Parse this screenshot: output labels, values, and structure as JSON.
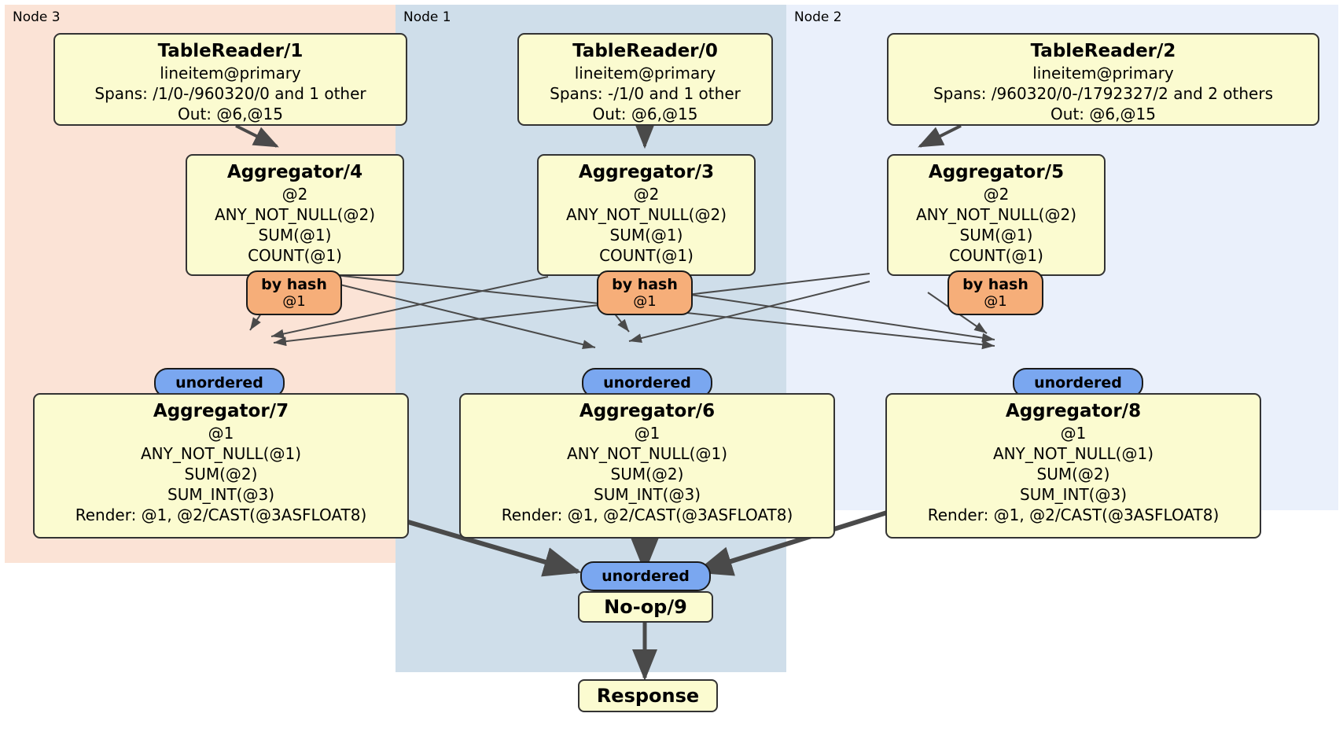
{
  "diagram": {
    "type": "distributed-query-plan",
    "panels": [
      {
        "id": "node3",
        "label": "Node 3",
        "color": "#fbe3d6"
      },
      {
        "id": "node1",
        "label": "Node 1",
        "color": "#cfdeea"
      },
      {
        "id": "node2",
        "label": "Node 2",
        "color": "#eaf0fb"
      }
    ],
    "colors": {
      "box_fill": "#fbfbd0",
      "box_stroke": "#333333",
      "hash_pill": "#f6ae79",
      "unordered_pill": "#7aa7f0",
      "edge": "#4a4a4a"
    },
    "nodes": {
      "table_reader_1": {
        "title": "TableReader/1",
        "lines": [
          "lineitem@primary",
          "Spans: /1/0-/960320/0 and 1 other",
          "Out: @6,@15"
        ]
      },
      "table_reader_0": {
        "title": "TableReader/0",
        "lines": [
          "lineitem@primary",
          "Spans: -/1/0 and 1 other",
          "Out: @6,@15"
        ]
      },
      "table_reader_2": {
        "title": "TableReader/2",
        "lines": [
          "lineitem@primary",
          "Spans: /960320/0-/1792327/2 and 2 others",
          "Out: @6,@15"
        ]
      },
      "aggregator_4": {
        "title": "Aggregator/4",
        "lines": [
          "@2",
          "ANY_NOT_NULL(@2)",
          "SUM(@1)",
          "COUNT(@1)"
        ]
      },
      "aggregator_3": {
        "title": "Aggregator/3",
        "lines": [
          "@2",
          "ANY_NOT_NULL(@2)",
          "SUM(@1)",
          "COUNT(@1)"
        ]
      },
      "aggregator_5": {
        "title": "Aggregator/5",
        "lines": [
          "@2",
          "ANY_NOT_NULL(@2)",
          "SUM(@1)",
          "COUNT(@1)"
        ]
      },
      "aggregator_7": {
        "title": "Aggregator/7",
        "lines": [
          "@1",
          "ANY_NOT_NULL(@1)",
          "SUM(@2)",
          "SUM_INT(@3)",
          "Render: @1, @2/CAST(@3ASFLOAT8)"
        ]
      },
      "aggregator_6": {
        "title": "Aggregator/6",
        "lines": [
          "@1",
          "ANY_NOT_NULL(@1)",
          "SUM(@2)",
          "SUM_INT(@3)",
          "Render: @1, @2/CAST(@3ASFLOAT8)"
        ]
      },
      "aggregator_8": {
        "title": "Aggregator/8",
        "lines": [
          "@1",
          "ANY_NOT_NULL(@1)",
          "SUM(@2)",
          "SUM_INT(@3)",
          "Render: @1, @2/CAST(@3ASFLOAT8)"
        ]
      },
      "noop_9": {
        "title": "No-op/9"
      },
      "response": {
        "title": "Response"
      }
    },
    "pills": {
      "hash_left": {
        "line1": "by hash",
        "line2": "@1"
      },
      "hash_mid": {
        "line1": "by hash",
        "line2": "@1"
      },
      "hash_right": {
        "line1": "by hash",
        "line2": "@1"
      },
      "unordered_left": {
        "line1": "unordered"
      },
      "unordered_mid": {
        "line1": "unordered"
      },
      "unordered_right": {
        "line1": "unordered"
      },
      "unordered_final": {
        "line1": "unordered"
      }
    }
  }
}
